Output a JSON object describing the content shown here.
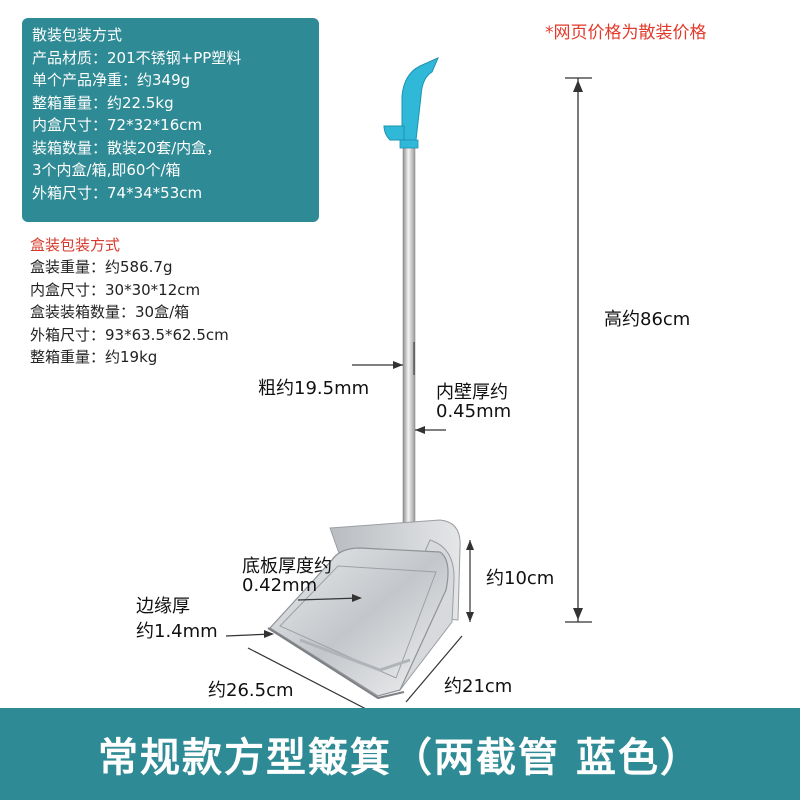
{
  "note": "*网页价格为散装价格",
  "bulk_spec": {
    "title": "散装包装方式",
    "lines": [
      "产品材质：201不锈钢+PP塑料",
      "单个产品净重：约349g",
      "整箱重量：约22.5kg",
      "内盒尺寸：72*32*16cm",
      "装箱数量：散装20套/内盒，",
      "3个内盒/箱,即60个/箱",
      "外箱尺寸：74*34*53cm"
    ]
  },
  "box_spec": {
    "title": "盒装包装方式",
    "lines": [
      "盒装重量：约586.7g",
      "内盒尺寸：30*30*12cm",
      "盒装装箱数量：30盒/箱",
      "外箱尺寸：93*63.5*62.5cm",
      "整箱重量：约19kg"
    ]
  },
  "dimensions": {
    "height": "高约86cm",
    "pole_diameter": "粗约19.5mm",
    "inner_wall_l1": "内壁厚约",
    "inner_wall_l2": "0.45mm",
    "base_thickness_l1": "底板厚度约",
    "base_thickness_l2": "0.42mm",
    "edge_thickness_l1": "边缘厚",
    "edge_thickness_l2": "约1.4mm",
    "pan_height": "约10cm",
    "width": "约26.5cm",
    "depth": "约21cm"
  },
  "product_title": "常规款方型簸箕（两截管 蓝色）",
  "colors": {
    "accent": "#2e8a94",
    "handle": "#2fb8d8",
    "note": "#e23a2b"
  }
}
